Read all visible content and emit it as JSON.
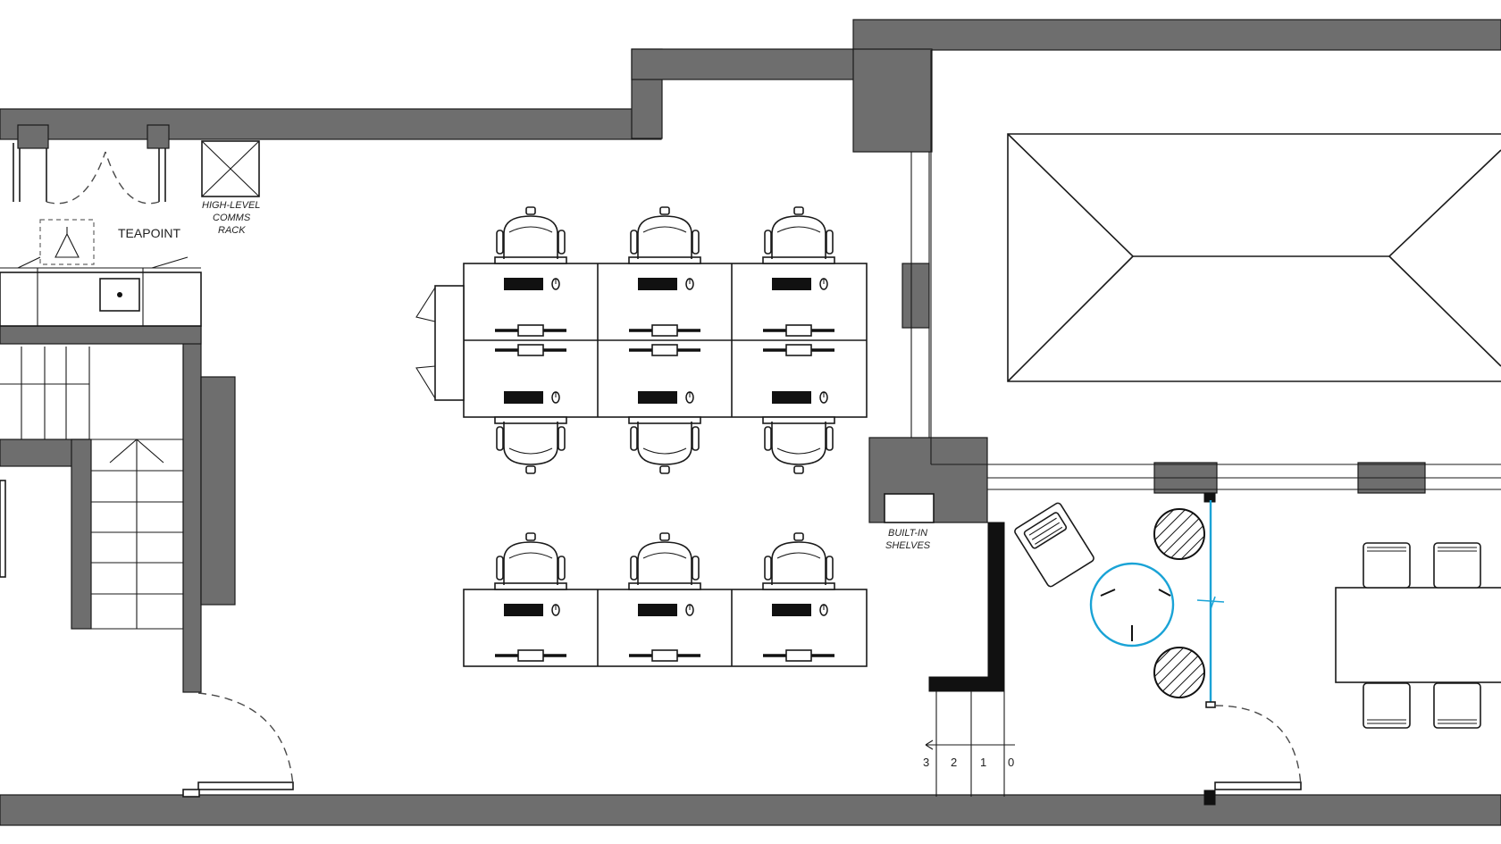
{
  "labels": {
    "teapoint": "TEAPOINT",
    "comms_rack": [
      "HIGH-LEVEL",
      "COMMS",
      "RACK"
    ],
    "shelves": [
      "BUILT-IN",
      "SHELVES"
    ]
  },
  "step_numbers": [
    "3",
    "2",
    "1",
    "0"
  ],
  "colors": {
    "wall_fill": "#6e6e6e",
    "line": "#1a1a1a",
    "glass_partition": "#1aa3d6",
    "background": "#ffffff"
  },
  "icons": {
    "workstation_chair": "office-chair-icon",
    "monitor": "monitor-icon",
    "mouse": "mouse-icon",
    "lounge_chair": "armchair-icon",
    "stool": "stool-icon",
    "round_table": "round-table-icon",
    "dining_chair": "dining-chair-icon",
    "sink": "sink-icon"
  }
}
